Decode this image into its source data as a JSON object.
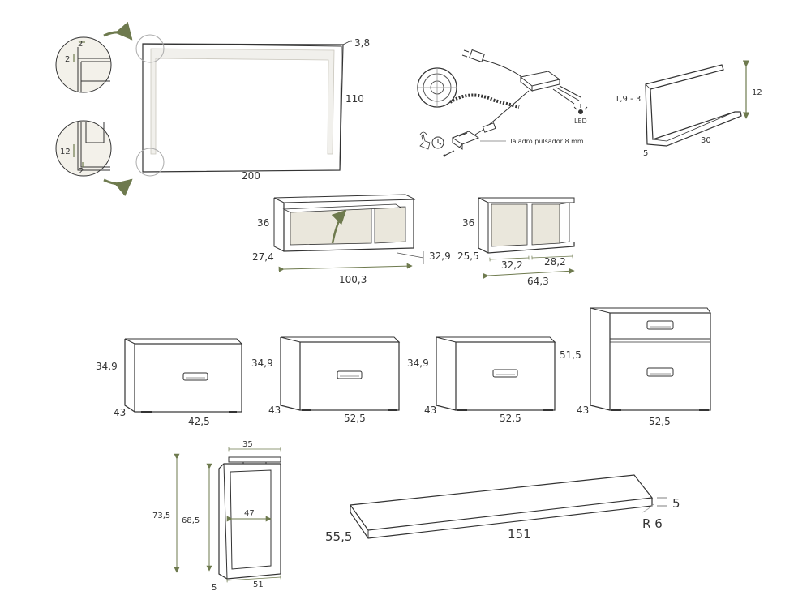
{
  "colors": {
    "outline": "#333333",
    "accent": "#6e7a4e",
    "panel_fill": "#eae7dc",
    "detail_fill": "#f3f1ea"
  },
  "mirror": {
    "width": "200",
    "height": "110",
    "depth": "3,8",
    "detail_top": {
      "margin_top": "2",
      "margin_side": "2"
    },
    "detail_bottom": {
      "led_height": "12",
      "margin": "2"
    }
  },
  "led_kit": {
    "led_label": "LED",
    "drill_note": "Taladro pulsador 8 mm.",
    "icons": [
      "led-strip-roll-icon",
      "power-plug-icon",
      "transformer-icon",
      "light-bulb-icon",
      "touch-hand-icon",
      "dimmer-knob-icon",
      "screw-icon",
      "push-button-icon"
    ]
  },
  "bracket": {
    "height": "12",
    "thickness": "1,9 - 3",
    "width": "30",
    "lip": "5"
  },
  "shelf_large": {
    "height": "36",
    "depth": "27,4",
    "width": "100,3",
    "extension": "32,9"
  },
  "shelf_small": {
    "height": "36",
    "depth": "25,5",
    "left_width": "32,2",
    "right_width": "28,2",
    "width": "64,3"
  },
  "drawers": [
    {
      "height": "34,9",
      "depth": "43",
      "width": "42,5"
    },
    {
      "height": "34,9",
      "depth": "43",
      "width": "52,5"
    },
    {
      "height": "34,9",
      "depth": "43",
      "width": "52,5"
    },
    {
      "height": "51,5",
      "depth": "43",
      "width": "52,5"
    }
  ],
  "frame_leg": {
    "top_width": "35",
    "outer_height": "73,5",
    "inner_height": "68,5",
    "inner_width": "47",
    "width": "51",
    "thickness": "5"
  },
  "countertop": {
    "depth": "55,5",
    "width": "151",
    "thickness": "5",
    "radius": "R 6"
  }
}
